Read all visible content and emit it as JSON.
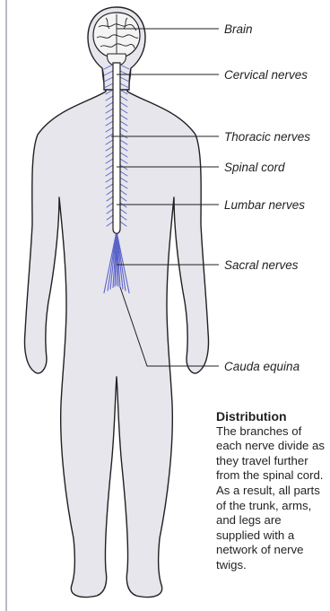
{
  "labels": {
    "brain": "Brain",
    "cervical": "Cervical nerves",
    "thoracic": "Thoracic nerves",
    "spinal_cord": "Spinal cord",
    "lumbar": "Lumbar nerves",
    "sacral": "Sacral nerves",
    "cauda": "Cauda equina"
  },
  "caption": {
    "title": "Distribution",
    "body": "The branches of each nerve divide as they travel further from the spinal cord. As a result, all parts of the trunk, arms, and legs are supplied with a network of nerve twigs."
  },
  "colors": {
    "outline": "#231f20",
    "body_fill": "#e6e6ec",
    "nerve": "#5b63c9",
    "brain_fill": "#f4f4f4"
  }
}
